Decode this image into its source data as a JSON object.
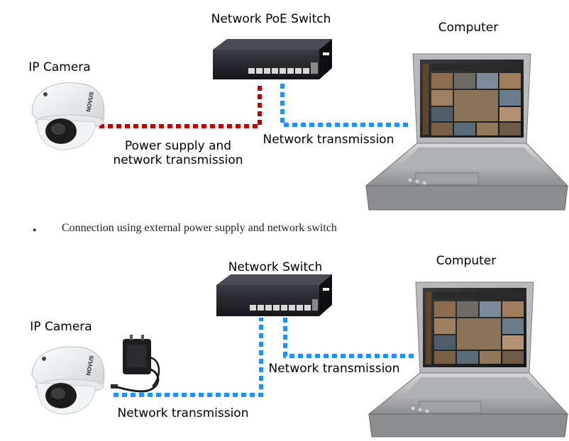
{
  "top_section": {
    "switch_label": "Network PoE Switch",
    "computer_label": "Computer",
    "camera_label": "IP Camera",
    "camera_brand": "NOVUS",
    "link_camera_label_line1": "Power supply and",
    "link_camera_label_line2": "network transmission",
    "link_computer_label": "Network transmission"
  },
  "bullet": {
    "text": "Connection using external power supply and network switch"
  },
  "bottom_section": {
    "switch_label": "Network Switch",
    "computer_label": "Computer",
    "camera_label": "IP Camera",
    "camera_brand": "NOVUS",
    "link_computer_label": "Network transmission",
    "link_camera_label": "Network transmission"
  },
  "colors": {
    "poe_line": "#c00000",
    "network_line": "#1e90ff"
  }
}
